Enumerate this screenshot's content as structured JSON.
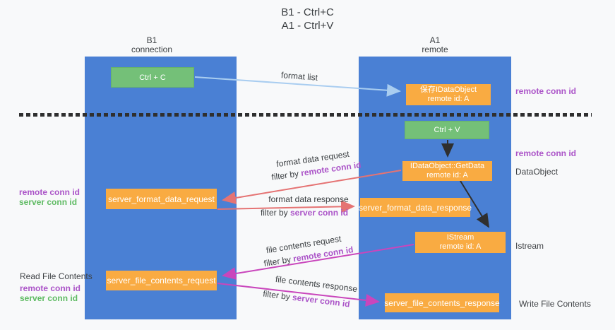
{
  "title": {
    "line1": "B1 - Ctrl+C",
    "line2": "A1 - Ctrl+V"
  },
  "lanes": {
    "left": {
      "name": "B1",
      "subtitle": "connection"
    },
    "right": {
      "name": "A1",
      "subtitle": "remote"
    }
  },
  "nodes": {
    "ctrl_c": "Ctrl + C",
    "ctrl_v": "Ctrl + V",
    "save_dataobject": {
      "line1": "保存IDataObject",
      "line2": "remote id: A"
    },
    "getdata": {
      "line1": "IDataObject::GetData",
      "line2": "remote id: A"
    },
    "istream": {
      "line1": "IStream",
      "line2": "remote id: A"
    },
    "format_request": "server_format_data_request",
    "format_response": "server_format_data_response",
    "file_request": "server_file_contents_request",
    "file_response": "server_file_contents_response"
  },
  "flow_labels": {
    "format_list": "format list",
    "format_request": {
      "text": "format data request",
      "filter_prefix": "filter by ",
      "filter_key": "remote conn id"
    },
    "format_response": {
      "text": "format data response",
      "filter_prefix": "filter by ",
      "filter_key": "server conn id"
    },
    "file_request": {
      "text": "file contents request",
      "filter_prefix": "filter by ",
      "filter_key": "remote conn id"
    },
    "file_response": {
      "text": "file contents response",
      "filter_prefix": "filter by ",
      "filter_key": "server conn id"
    }
  },
  "side_labels": {
    "remote_conn_top_right": "remote conn id",
    "remote_conn_mid_right": "remote conn id",
    "dataobject": "DataObject",
    "istream": "Istream",
    "write_file": "Write File Contents",
    "read_file": "Read File Contents",
    "left_mid": {
      "remote": "remote conn id",
      "server": "server conn id"
    },
    "left_bottom": {
      "remote": "remote conn id",
      "server": "server conn id"
    }
  },
  "colors": {
    "background": "#f8f9fa",
    "lane_blue": "#4a80d4",
    "box_orange": "#f9ab42",
    "box_green": "#74c078",
    "arrow_light_blue": "#a9cdf0",
    "arrow_black": "#2f2f2f",
    "arrow_red": "#e57373",
    "arrow_magenta": "#c946bc",
    "label_purple": "#ab54c8",
    "label_green": "#5fbb63",
    "text_dark": "#3c4043"
  }
}
